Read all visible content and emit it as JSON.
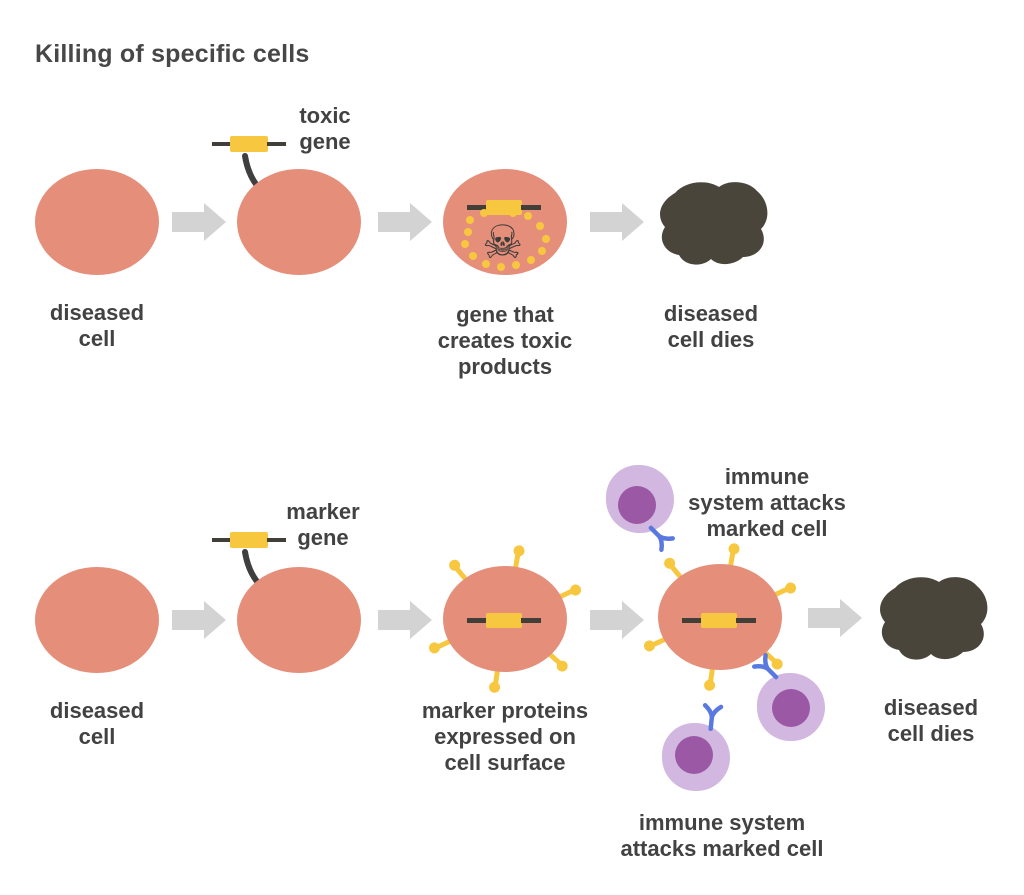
{
  "title": "Killing of specific cells",
  "row1": {
    "gene_callout": "toxic\ngene",
    "labels": {
      "diseased_cell": "diseased\ncell",
      "toxic_products": "gene that\ncreates toxic\nproducts",
      "cell_dies": "diseased\ncell dies"
    }
  },
  "row2": {
    "gene_callout": "marker\ngene",
    "labels": {
      "diseased_cell": "diseased\ncell",
      "marker_proteins": "marker proteins\nexpressed on\ncell surface",
      "immune_attack_top": "immune\nsystem attacks\nmarked cell",
      "immune_attack_bottom": "immune system\nattacks marked cell",
      "cell_dies": "diseased\ncell dies"
    }
  },
  "icons": {
    "skull": "☠"
  },
  "colors": {
    "diseased_cell": "#E58E7A",
    "gene_yellow": "#F8C740",
    "gene_line": "#423E38",
    "dead_cell": "#49453A",
    "flow_arrow": "#D3D3D3",
    "insert_arrow": "#3F3F3F",
    "immune_cell_body": "#D2B8E0",
    "immune_cell_nucleus": "#9B58A5",
    "antibody_blue": "#5A79E0",
    "text": "#424242"
  }
}
